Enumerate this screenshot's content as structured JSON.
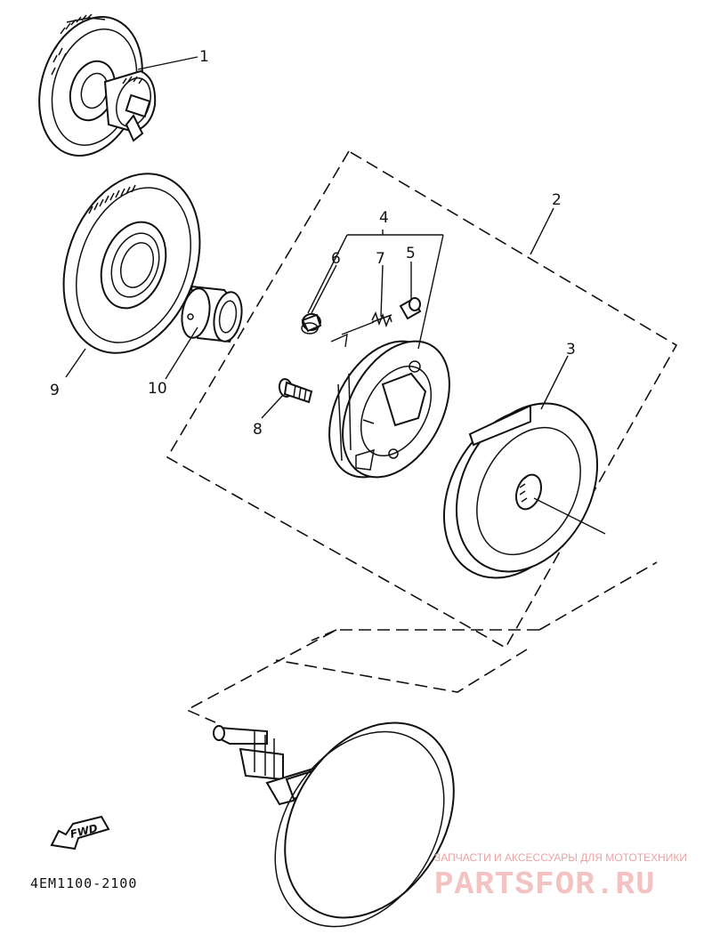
{
  "diagram": {
    "callouts": [
      {
        "id": "callout-1",
        "text": "1"
      },
      {
        "id": "callout-2",
        "text": "2"
      },
      {
        "id": "callout-3",
        "text": "3"
      },
      {
        "id": "callout-4",
        "text": "4"
      },
      {
        "id": "callout-5",
        "text": "5"
      },
      {
        "id": "callout-6",
        "text": "6"
      },
      {
        "id": "callout-7",
        "text": "7"
      },
      {
        "id": "callout-8",
        "text": "8"
      },
      {
        "id": "callout-9",
        "text": "9"
      },
      {
        "id": "callout-10",
        "text": "10"
      }
    ],
    "fwd_label": "FWD",
    "drawing_code": "4EM1100-2100"
  },
  "watermark": {
    "caption": "ЗАПЧАСТИ И АКСЕССУАРЫ ДЛЯ МОТОТЕХНИКИ",
    "brand": "PARTSFOR.RU",
    "color": "#e8a4a4"
  }
}
